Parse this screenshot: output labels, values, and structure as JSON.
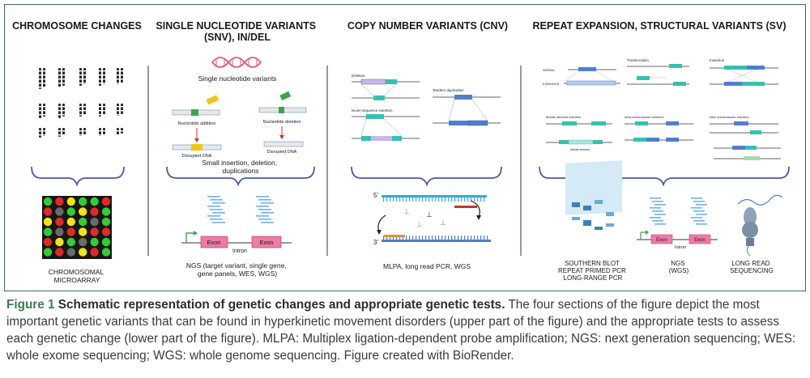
{
  "sections": [
    {
      "title": "CHROMOSOME CHANGES",
      "title2": "",
      "test_label": "CHROMOSOMAL MICROARRAY",
      "test_label_lines": [
        "CHROMOSOMAL",
        "MICROARRAY"
      ]
    },
    {
      "title": "SINGLE NUCLEOTIDE VARIANTS",
      "title2": "(SNV),  IN/DEL",
      "snv_label": "Single nucleotide variants",
      "nucleotide_addition": "Nucleotide addition",
      "nucleotide_deletion": "Nucleotide deletion",
      "disrupted_dna": "Disrupted DNA",
      "bracket_label_lines": [
        "Small insertion, deletion,",
        "duplications"
      ],
      "exon_label": "Exon",
      "intron_label": "Intron",
      "test_label_lines": [
        "NGS (target variant, single gene,",
        "gene panels, WES, WGS)"
      ]
    },
    {
      "title": "COPY NUMBER VARIANTS (CNV)",
      "title2": "",
      "deletion": "Deletion",
      "novel_insertion": "Novel sequence insertion",
      "tandem_duplication": "Tandem duplication",
      "primer5": "5'",
      "primer3": "3'",
      "test_label_lines": [
        "MLPA, long read PCR, WGS"
      ]
    },
    {
      "title": "REPEAT EXPANSION, STRUCTURAL VARIANTS (SV)",
      "title2": "",
      "normal": "NORMAL",
      "expansion": "EXPANSION",
      "translocation": "Translocation",
      "inversion": "Inversion",
      "mobile_insertion": "Mobile element insertion",
      "intra_insertion": "Intra-chromosome insertion",
      "inter_insertion": "Inter-chromosome insertion",
      "mobile_element": "Mobile element",
      "exon_label": "Exon",
      "intron_label": "Intron",
      "tests": [
        {
          "lines": [
            "SOUTHERN BLOT",
            "REPEAT PRIMED PCR",
            "LONG-RANGE PCR"
          ]
        },
        {
          "lines": [
            "NGS",
            "(WGS)"
          ]
        },
        {
          "lines": [
            "LONG READ",
            "SEQUENCING"
          ]
        }
      ]
    }
  ],
  "caption": {
    "figure_number": "Figure 1",
    "title": "Schematic representation of genetic changes and appropriate genetic tests.",
    "body": "The four sections of the figure depict the most important genetic variants that can be found in hyperkinetic movement disorders (upper part of the figure) and the appropriate tests to assess each genetic change (lower part of the figure). MLPA: Multiplex ligation-dependent probe amplification; NGS: next generation sequencing; WES: whole exome sequencing; WGS: whole genome sequencing. Figure created with BioRender."
  },
  "colors": {
    "frame": "#3f6e4f",
    "bracket": "#4a5aa8",
    "exon": "#f07aa5",
    "teal": "#37c0b0",
    "blue": "#4f7fcf",
    "read": "#6fb2ec",
    "dna_helix": "#e05a7a",
    "caption_accent": "#3f7a52"
  },
  "microarray_grid": [
    [
      "green",
      "red",
      "yellow",
      "green",
      "green",
      "red"
    ],
    [
      "red",
      "grey",
      "green",
      "yellow",
      "red",
      "green"
    ],
    [
      "yellow",
      "red",
      "yellow",
      "green",
      "grey",
      "green"
    ],
    [
      "green",
      "grey",
      "red",
      "yellow",
      "red",
      "red"
    ],
    [
      "red",
      "yellow",
      "green",
      "grey",
      "green",
      "green"
    ],
    [
      "green",
      "red",
      "grey",
      "yellow",
      "red",
      "green"
    ]
  ]
}
